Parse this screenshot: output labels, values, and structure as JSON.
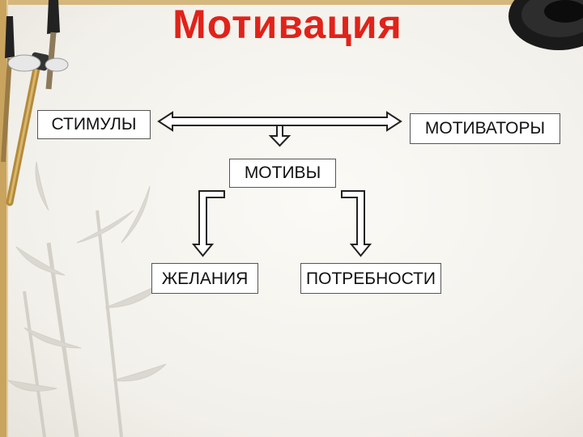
{
  "title": "Мотивация",
  "boxes": {
    "stimuly": "СТИМУЛЫ",
    "motivatory": "МОТИВАТОРЫ",
    "motivy": "МОТИВЫ",
    "zhelaniya": "ЖЕЛАНИЯ",
    "potrebnosti": "ПОТРЕБНОСТИ"
  },
  "colors": {
    "title": "#e0231a",
    "arrow_fill": "#ffffff",
    "arrow_stroke": "#222222"
  },
  "decor_icons": [
    "calligraphy-brush-icon",
    "ink-stone-icon",
    "bamboo-icon"
  ]
}
